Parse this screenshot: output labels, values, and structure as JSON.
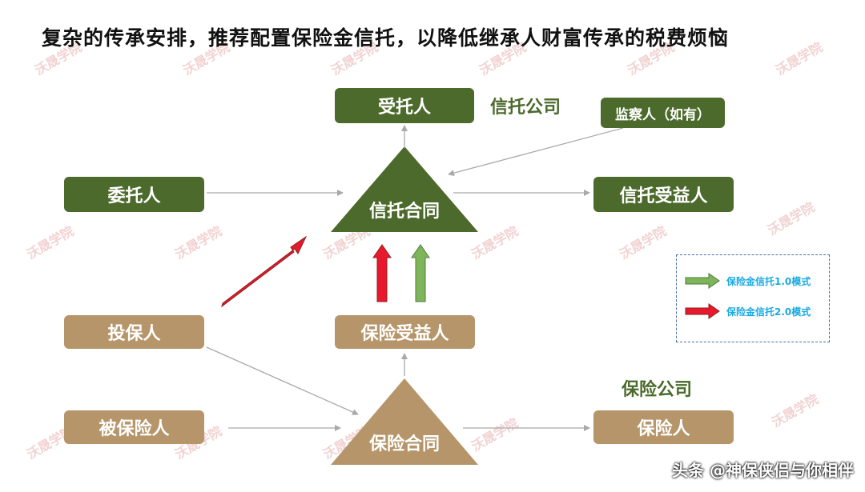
{
  "title": "复杂的传承安排，推荐配置保险金信托，以降低继承人财富传承的税费烦恼",
  "nodes": {
    "trustee": "受托人",
    "trust_company": "信托公司",
    "supervisor": "监察人（如有）",
    "settlor": "委托人",
    "trust_contract": "信托合同",
    "trust_beneficiary": "信托受益人",
    "policyholder": "投保人",
    "insurance_beneficiary": "保险受益人",
    "insured": "被保险人",
    "insurance_contract": "保险合同",
    "insurance_company": "保险公司",
    "insurer": "保险人"
  },
  "legend": {
    "mode1": "保险金信托1.0模式",
    "mode2": "保险金信托2.0模式"
  },
  "watermark": "沃晟学院",
  "credit": "头条 @神保侠侣与你相伴",
  "colors": {
    "green": "#4b6a2b",
    "tan": "#b59569",
    "red_arrow": "#e8192c",
    "green_arrow": "#7fb55a",
    "legend_text": "#18a9e0"
  }
}
